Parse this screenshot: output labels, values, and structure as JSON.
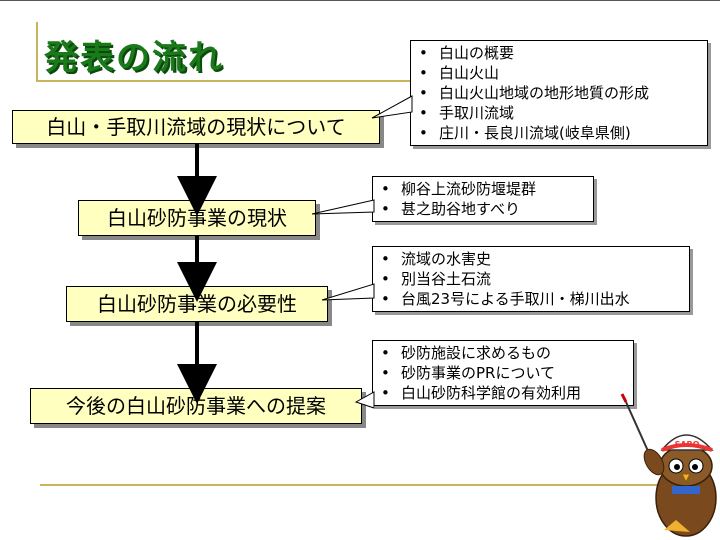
{
  "title": "発表の流れ",
  "steps": [
    {
      "label": "白山・手取川流域の現状について",
      "notes": [
        "白山の概要",
        "白山火山",
        "白山火山地域の地形地質の形成",
        "手取川流域",
        "庄川・長良川流域(岐阜県側)"
      ]
    },
    {
      "label": "白山砂防事業の現状",
      "notes": [
        "柳谷上流砂防堰堤群",
        "甚之助谷地すべり"
      ]
    },
    {
      "label": "白山砂防事業の必要性",
      "notes": [
        "流域の水害史",
        "別当谷土石流",
        "台風23号による手取川・梯川出水"
      ]
    },
    {
      "label": "今後の白山砂防事業への提案",
      "notes": [
        "砂防施設に求めるもの",
        "砂防事業のPRについて",
        "白山砂防科学館の有効利用"
      ]
    }
  ],
  "mascot": {
    "badge": "SABO"
  }
}
